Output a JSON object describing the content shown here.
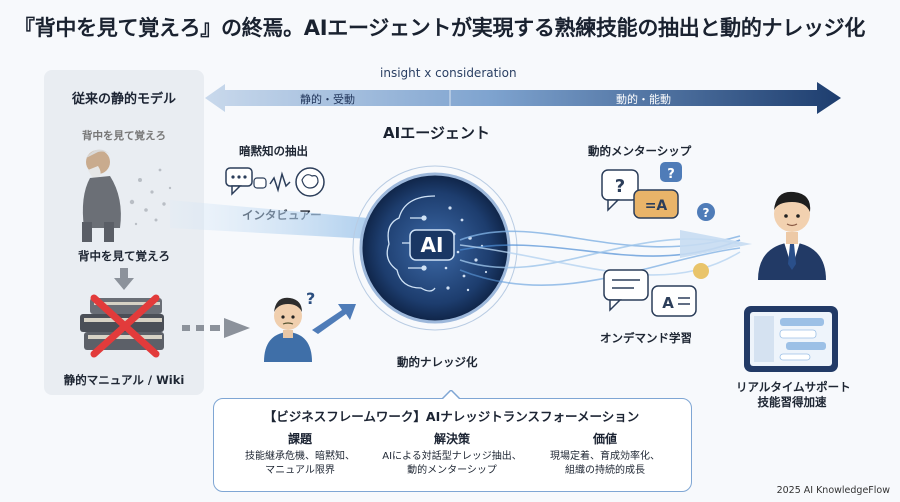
{
  "title": "『背中を見て覚えろ』の終焉。AIエージェントが実現する熟練技能の抽出と動的ナレッジ化",
  "top_arrow": {
    "caption": "insight x consideration",
    "left_label": "静的・受動",
    "right_label": "動的・能動"
  },
  "legacy_model": {
    "heading": "従来の静的モデル",
    "faded_caption": "背中を見て覚えろ",
    "master_caption": "背中を見て覚えろ",
    "manual_caption": "静的マニュアル / Wiki"
  },
  "extraction": {
    "heading": "暗黙知の抽出",
    "interviewer": "インタビュアー"
  },
  "ai_agent": {
    "heading": "AIエージェント",
    "core_text": "AI",
    "footer": "動的ナレッジ化"
  },
  "mentorship": {
    "heading": "動的メンターシップ",
    "on_demand": "オンデマンド学習"
  },
  "tablet": {
    "line1": "リアルタイムサポート",
    "line2": "技能習得加速"
  },
  "framework": {
    "title": "【ビジネスフレームワーク】AIナレッジトランスフォーメーション",
    "columns": [
      {
        "head": "課題",
        "line1": "技能継承危機、暗黙知、",
        "line2": "マニュアル限界"
      },
      {
        "head": "解決策",
        "line1": "AIによる対話型ナレッジ抽出、",
        "line2": "動的メンターシップ"
      },
      {
        "head": "価値",
        "line1": "現場定着、育成効率化、",
        "line2": "組織の持続的成長"
      }
    ]
  },
  "copyright": "2025 AI KnowledgeFlow",
  "colors": {
    "accent": "#1f4e8c",
    "arrow_light": "#aac4e2",
    "arrow_dark": "#1d3d6e",
    "panel": "#e9edf2",
    "cross": "#e23b3b"
  }
}
